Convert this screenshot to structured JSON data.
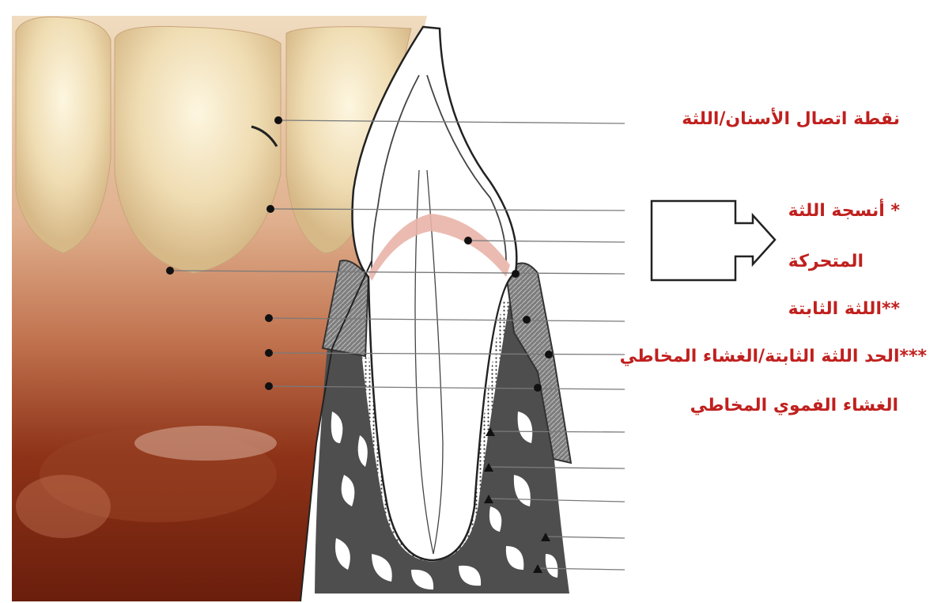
{
  "labels": {
    "junction": "نقطة اتصال الأسنان/اللثة",
    "free_gingiva_line1": "* أنسجة اللثة",
    "free_gingiva_line2": "المتحركة",
    "attached_gingiva": "**اللثة الثابتة",
    "mucogingival_junction": "***الحد اللثة الثابتة/الغشاء المخاطي",
    "oral_mucosa": "الغشاء الفموي المخاطي"
  },
  "colors": {
    "label_text": "#c0201e",
    "gum_light": "#e6b596",
    "gum_mid": "#b96a45",
    "gum_dark": "#7a2410",
    "tooth_enamel": "#f2e6c4",
    "bone_dark": "#4e4e4e",
    "gingiva_grey": "#8a8a8a",
    "pink_band": "#e9b4a8",
    "leader_line": "#7a7a7a"
  },
  "icons": {
    "arrow": "outline-right-arrow-icon",
    "markers": "dot-marker-icon, triangle-marker-icon"
  }
}
